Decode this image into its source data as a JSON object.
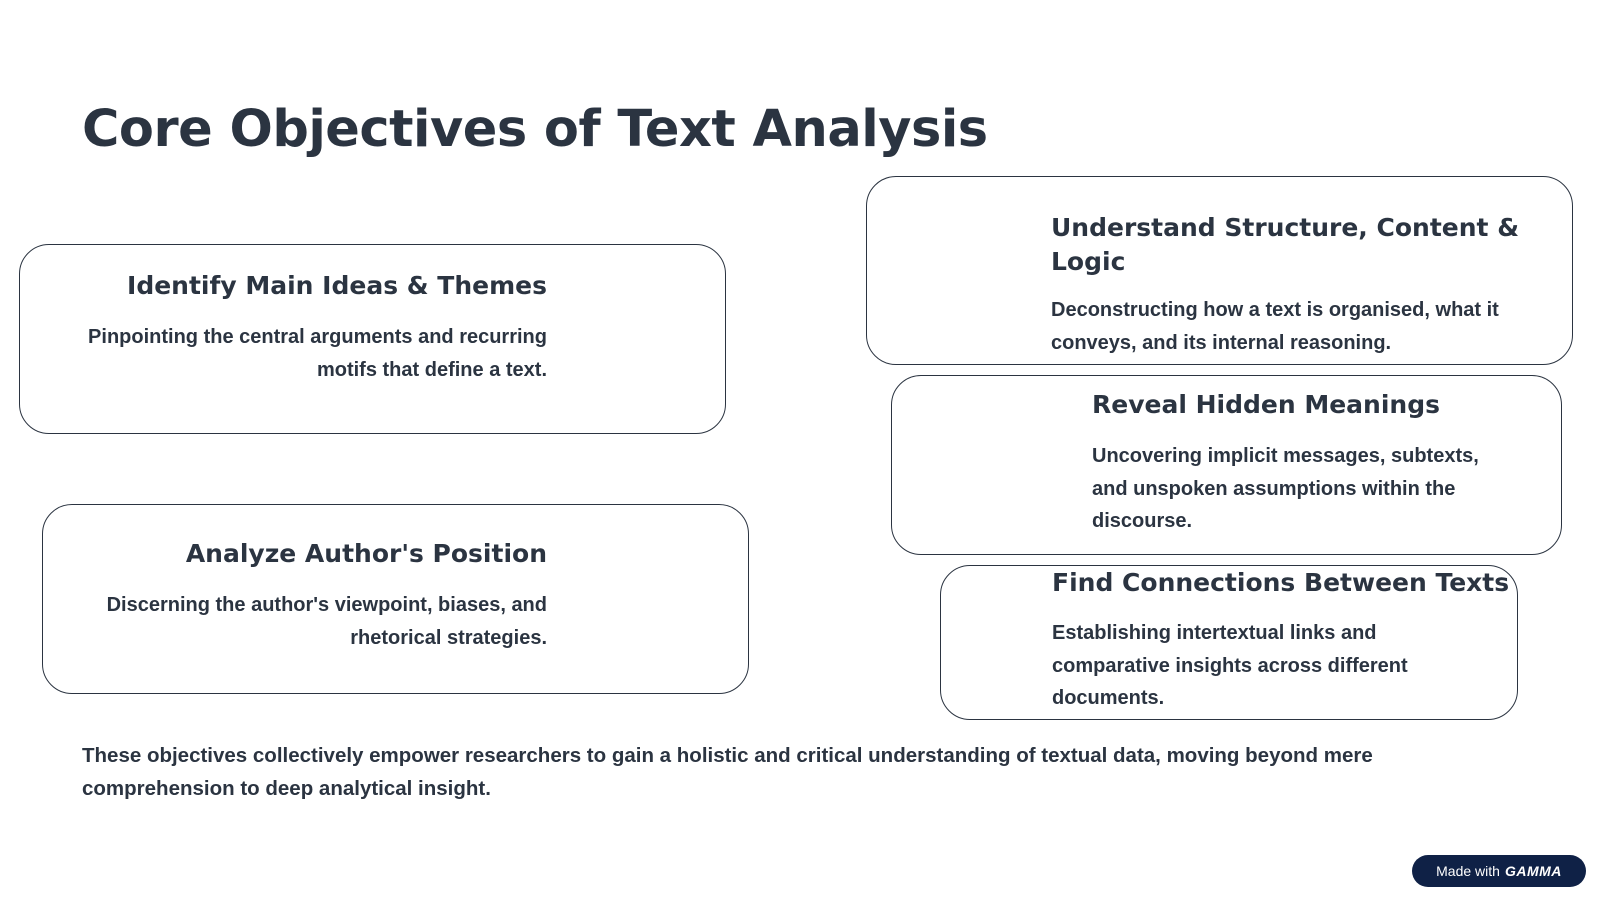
{
  "title": "Core Objectives of Text Analysis",
  "cards": [
    {
      "title": "Identify Main Ideas & Themes",
      "description": "Pinpointing the central arguments and recurring motifs that define a text."
    },
    {
      "title": "Understand Structure, Content & Logic",
      "description": "Deconstructing how a text is organised, what it conveys, and its internal reasoning."
    },
    {
      "title": "Reveal Hidden Meanings",
      "description": "Uncovering implicit messages, subtexts, and unspoken assumptions within the discourse."
    },
    {
      "title": "Analyze Author's Position",
      "description": "Discerning the author's viewpoint, biases, and rhetorical strategies."
    },
    {
      "title": "Find Connections Between Texts",
      "description": "Establishing intertextual links and comparative insights across different documents."
    }
  ],
  "summary": "These objectives collectively empower researchers to gain a holistic and critical understanding of textual data, moving beyond mere comprehension to deep analytical insight.",
  "badge": {
    "prefix": "Made with",
    "brand": "GAMMA"
  },
  "colors": {
    "text": "#2b3441",
    "border": "#2b3441",
    "badge_bg": "#0f2146",
    "background": "#ffffff"
  }
}
